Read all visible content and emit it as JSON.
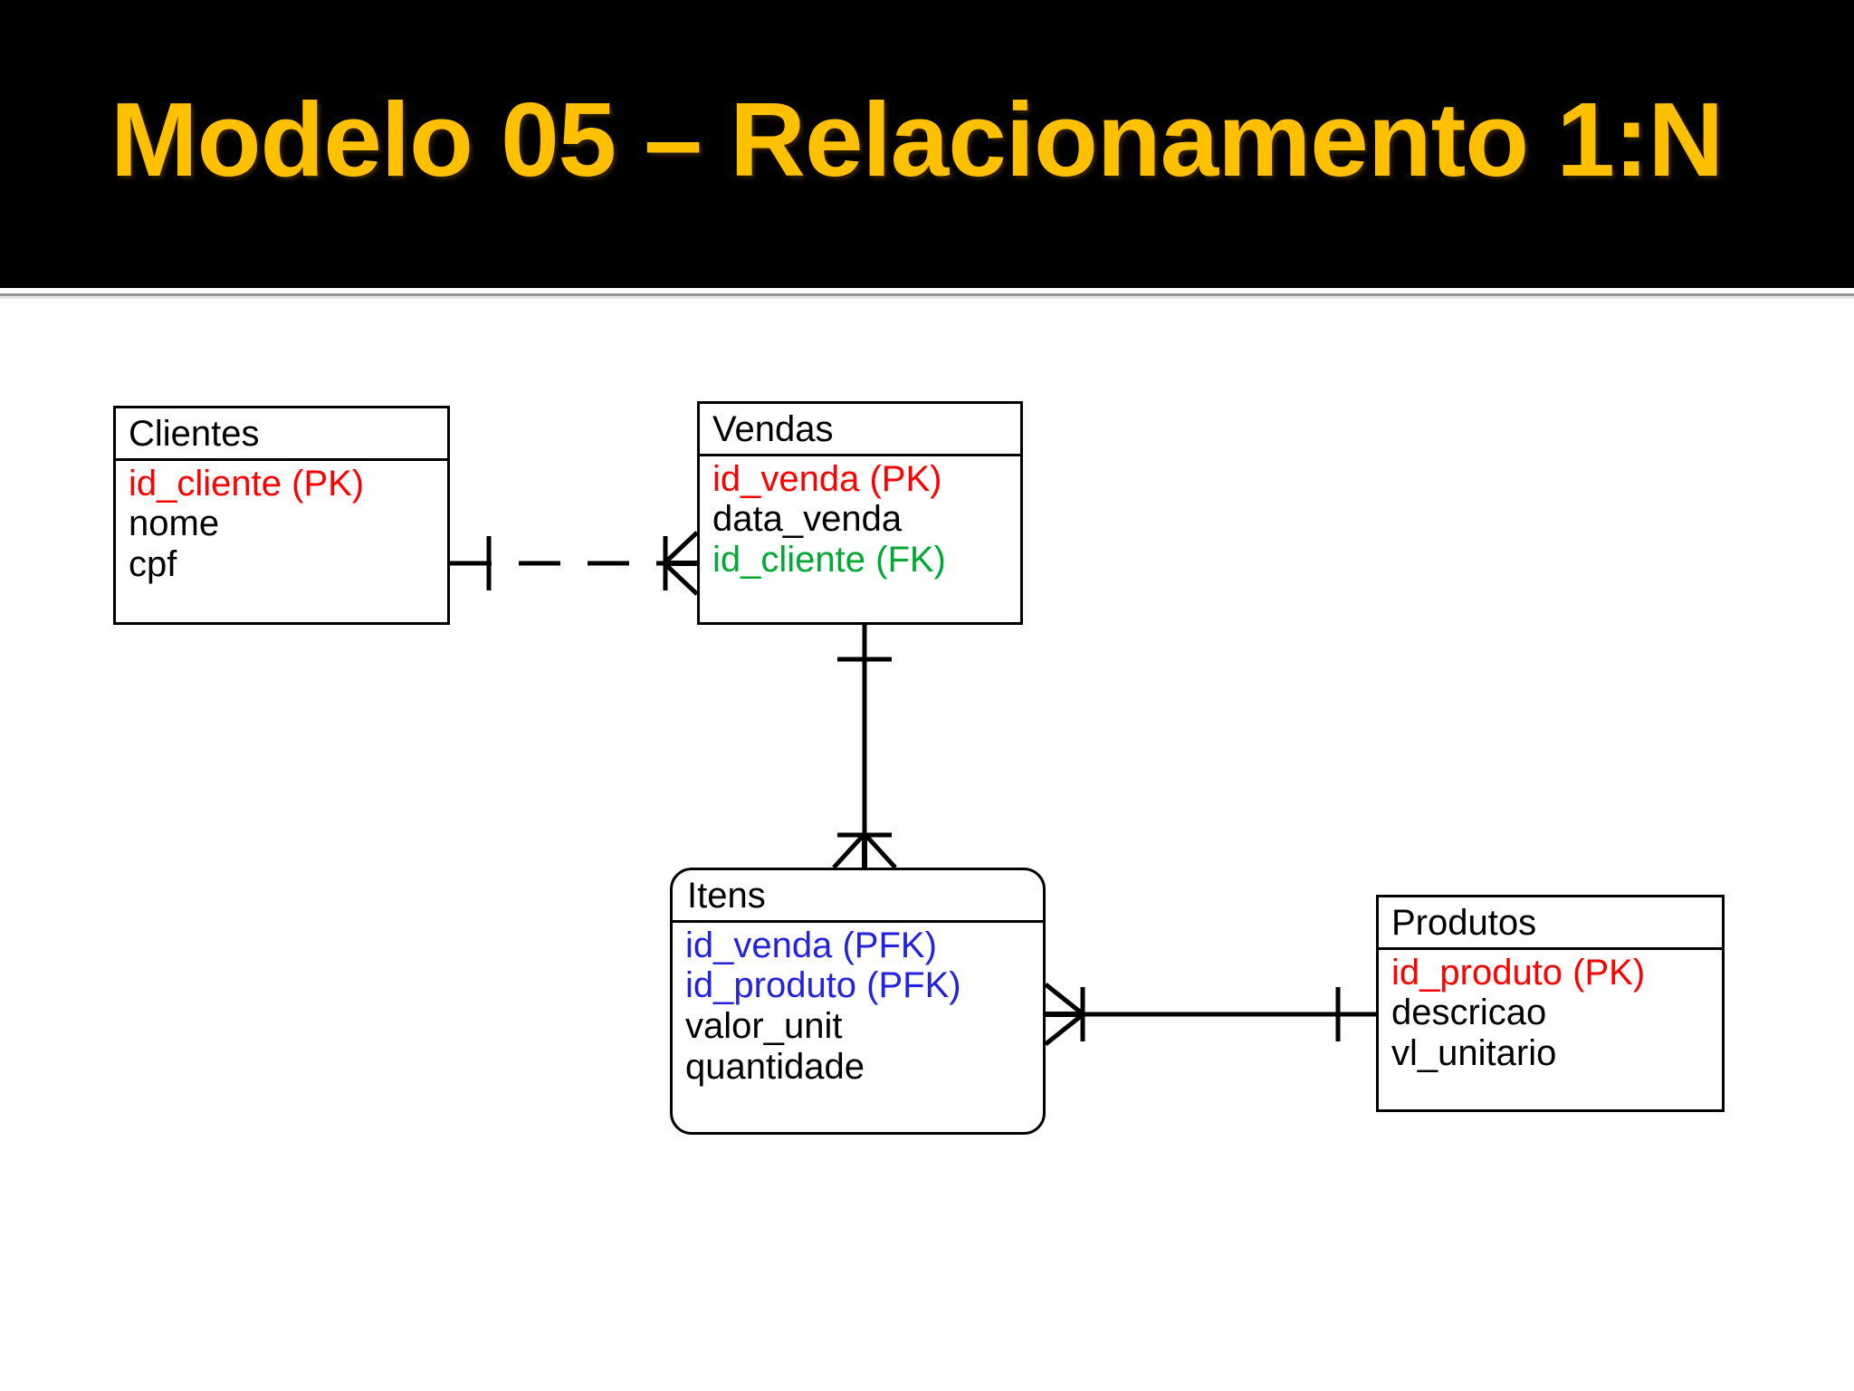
{
  "slide": {
    "title": "Modelo 05 – Relacionamento  1:N",
    "title_color": "#FFC000",
    "banner_color": "#000000",
    "background_color": "#FFFFFF"
  },
  "legend_colors": {
    "primary_key": "#FF0000",
    "foreign_key": "#00A933",
    "primary_foreign_key": "#2222E0",
    "plain_attribute": "#000000"
  },
  "entities": [
    {
      "id": "clientes",
      "name": "Clientes",
      "shape": "rectangle",
      "attributes": [
        {
          "label": "id_cliente (PK)",
          "kind": "pk"
        },
        {
          "label": "nome",
          "kind": "plain"
        },
        {
          "label": "cpf",
          "kind": "plain"
        }
      ]
    },
    {
      "id": "vendas",
      "name": "Vendas",
      "shape": "rectangle",
      "attributes": [
        {
          "label": "id_venda (PK)",
          "kind": "pk"
        },
        {
          "label": "data_venda",
          "kind": "plain"
        },
        {
          "label": "id_cliente (FK)",
          "kind": "fk"
        }
      ]
    },
    {
      "id": "itens",
      "name": "Itens",
      "shape": "rounded-rectangle",
      "attributes": [
        {
          "label": "id_venda (PFK)",
          "kind": "pfk"
        },
        {
          "label": "id_produto (PFK)",
          "kind": "pfk"
        },
        {
          "label": "valor_unit",
          "kind": "plain"
        },
        {
          "label": "quantidade",
          "kind": "plain"
        }
      ]
    },
    {
      "id": "produtos",
      "name": "Produtos",
      "shape": "rectangle",
      "attributes": [
        {
          "label": "id_produto (PK)",
          "kind": "pk"
        },
        {
          "label": "descricao",
          "kind": "plain"
        },
        {
          "label": "vl_unitario",
          "kind": "plain"
        }
      ]
    }
  ],
  "relationships": [
    {
      "id": "clientes-vendas",
      "from": "Clientes",
      "to": "Vendas",
      "cardinality": "1:N",
      "line_style": "dashed",
      "identifying": false,
      "from_marker": "one",
      "to_marker": "many"
    },
    {
      "id": "vendas-itens",
      "from": "Vendas",
      "to": "Itens",
      "cardinality": "1:N",
      "line_style": "solid",
      "identifying": true,
      "from_marker": "one",
      "to_marker": "many"
    },
    {
      "id": "produtos-itens",
      "from": "Produtos",
      "to": "Itens",
      "cardinality": "1:N",
      "line_style": "solid",
      "identifying": true,
      "from_marker": "one",
      "to_marker": "many"
    }
  ]
}
